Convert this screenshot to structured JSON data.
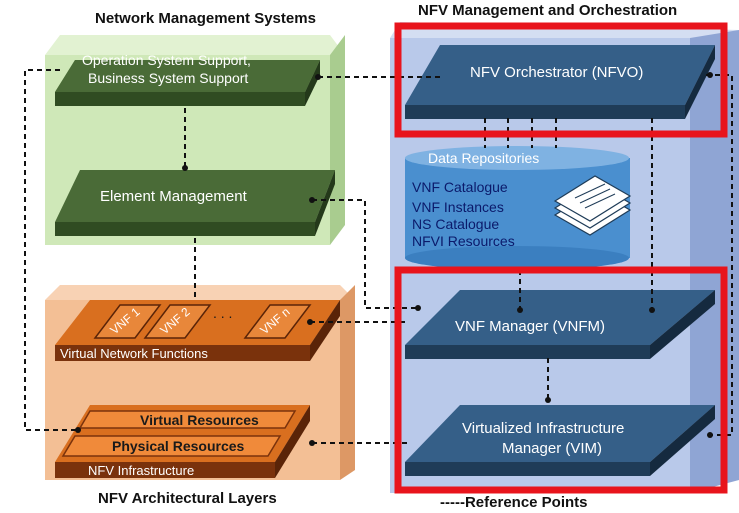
{
  "titles": {
    "nms": "Network Management Systems",
    "mano": "NFV Management and Orchestration",
    "layers": "NFV Architectural Layers",
    "ref_points": "-----Reference Points"
  },
  "nms": {
    "oss_line1": "Operation System Support,",
    "oss_line2": "Business System Support",
    "element_management": "Element Management"
  },
  "mano": {
    "orchestrator": "NFV Orchestrator (NFVO)",
    "repo_title": "Data Repositories",
    "repo_items": [
      "VNF Catalogue",
      "VNF Instances",
      "NS Catalogue",
      "NFVI Resources"
    ],
    "vnf_manager": "VNF Manager (VNFM)",
    "vim_line1": "Virtualized Infrastructure",
    "vim_line2": "Manager (VIM)"
  },
  "layers": {
    "vnf1": "VNF 1",
    "vnf2": "VNF 2",
    "dots": ". . .",
    "vnfn": "VNF n",
    "vnf_band": "Virtual Network Functions",
    "virtual_resources": "Virtual Resources",
    "physical_resources": "Physical Resources",
    "nfvi_band": "NFV Infrastructure"
  },
  "colors": {
    "nms_bg": "#cfe8b8",
    "nms_slab": "#3e5f2e",
    "mano_bg": "#b3c4e6",
    "mano_slab": "#2f5d85",
    "repo": "#4a8fcf",
    "layer_bg": "#f0b488",
    "layer_band": "#8a3a10",
    "vnf_box": "#e07a2c",
    "highlight": "#e8141c"
  },
  "icons": {
    "documents": "document-stack-icon"
  }
}
